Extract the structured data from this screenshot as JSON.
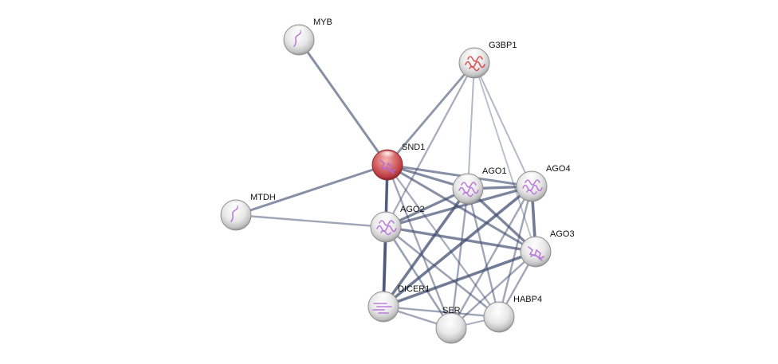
{
  "network": {
    "nodes": [
      {
        "id": "MYB",
        "label": "MYB",
        "style": "gray",
        "structure": "coil"
      },
      {
        "id": "G3BP1",
        "label": "G3BP1",
        "style": "gray",
        "structure": "helix-red"
      },
      {
        "id": "SND1",
        "label": "SND1",
        "style": "query",
        "structure": "mixed"
      },
      {
        "id": "AGO1",
        "label": "AGO1",
        "style": "gray",
        "structure": "helix"
      },
      {
        "id": "AGO4",
        "label": "AGO4",
        "style": "gray",
        "structure": "helix"
      },
      {
        "id": "MTDH",
        "label": "MTDH",
        "style": "gray",
        "structure": "coil"
      },
      {
        "id": "AGO2",
        "label": "AGO2",
        "style": "gray",
        "structure": "helix"
      },
      {
        "id": "AGO3",
        "label": "AGO3",
        "style": "gray",
        "structure": "mixed"
      },
      {
        "id": "DICER1",
        "label": "DICER1",
        "style": "gray",
        "structure": "sheet"
      },
      {
        "id": "SERBP1",
        "label": "SER",
        "style": "gray",
        "structure": "none"
      },
      {
        "id": "HABP4",
        "label": "HABP4",
        "style": "gray",
        "structure": "none"
      }
    ],
    "edges": [
      {
        "from": "MYB",
        "to": "SND1",
        "confidence": 0.6
      },
      {
        "from": "MTDH",
        "to": "SND1",
        "confidence": 0.6
      },
      {
        "from": "MTDH",
        "to": "AGO2",
        "confidence": 0.4
      },
      {
        "from": "G3BP1",
        "to": "SND1",
        "confidence": 0.55
      },
      {
        "from": "G3BP1",
        "to": "AGO2",
        "confidence": 0.35
      },
      {
        "from": "G3BP1",
        "to": "AGO1",
        "confidence": 0.25
      },
      {
        "from": "G3BP1",
        "to": "AGO4",
        "confidence": 0.25
      },
      {
        "from": "G3BP1",
        "to": "AGO3",
        "confidence": 0.2
      },
      {
        "from": "SND1",
        "to": "AGO1",
        "confidence": 0.65
      },
      {
        "from": "SND1",
        "to": "AGO4",
        "confidence": 0.6
      },
      {
        "from": "SND1",
        "to": "AGO2",
        "confidence": 0.8
      },
      {
        "from": "SND1",
        "to": "AGO3",
        "confidence": 0.6
      },
      {
        "from": "SND1",
        "to": "DICER1",
        "confidence": 0.6
      },
      {
        "from": "SND1",
        "to": "SERBP1",
        "confidence": 0.4
      },
      {
        "from": "SND1",
        "to": "HABP4",
        "confidence": 0.35
      },
      {
        "from": "AGO1",
        "to": "AGO4",
        "confidence": 0.7
      },
      {
        "from": "AGO1",
        "to": "AGO2",
        "confidence": 0.7
      },
      {
        "from": "AGO1",
        "to": "AGO3",
        "confidence": 0.7
      },
      {
        "from": "AGO1",
        "to": "DICER1",
        "confidence": 0.8
      },
      {
        "from": "AGO1",
        "to": "SERBP1",
        "confidence": 0.4
      },
      {
        "from": "AGO1",
        "to": "HABP4",
        "confidence": 0.4
      },
      {
        "from": "AGO4",
        "to": "AGO2",
        "confidence": 0.7
      },
      {
        "from": "AGO4",
        "to": "AGO3",
        "confidence": 0.8
      },
      {
        "from": "AGO4",
        "to": "DICER1",
        "confidence": 0.8
      },
      {
        "from": "AGO4",
        "to": "SERBP1",
        "confidence": 0.4
      },
      {
        "from": "AGO4",
        "to": "HABP4",
        "confidence": 0.4
      },
      {
        "from": "AGO2",
        "to": "AGO3",
        "confidence": 0.7
      },
      {
        "from": "AGO2",
        "to": "DICER1",
        "confidence": 0.9
      },
      {
        "from": "AGO2",
        "to": "SERBP1",
        "confidence": 0.45
      },
      {
        "from": "AGO2",
        "to": "HABP4",
        "confidence": 0.45
      },
      {
        "from": "AGO3",
        "to": "DICER1",
        "confidence": 0.8
      },
      {
        "from": "AGO3",
        "to": "SERBP1",
        "confidence": 0.4
      },
      {
        "from": "AGO3",
        "to": "HABP4",
        "confidence": 0.4
      },
      {
        "from": "DICER1",
        "to": "SERBP1",
        "confidence": 0.4
      },
      {
        "from": "DICER1",
        "to": "HABP4",
        "confidence": 0.4
      },
      {
        "from": "SERBP1",
        "to": "HABP4",
        "confidence": 0.3
      }
    ],
    "colors": {
      "edge": "#3d4a6e",
      "query_node": "#c8474d",
      "node": "#e6e6e6",
      "structure_purple": "#b06ad6",
      "structure_red": "#d23a3a"
    }
  }
}
